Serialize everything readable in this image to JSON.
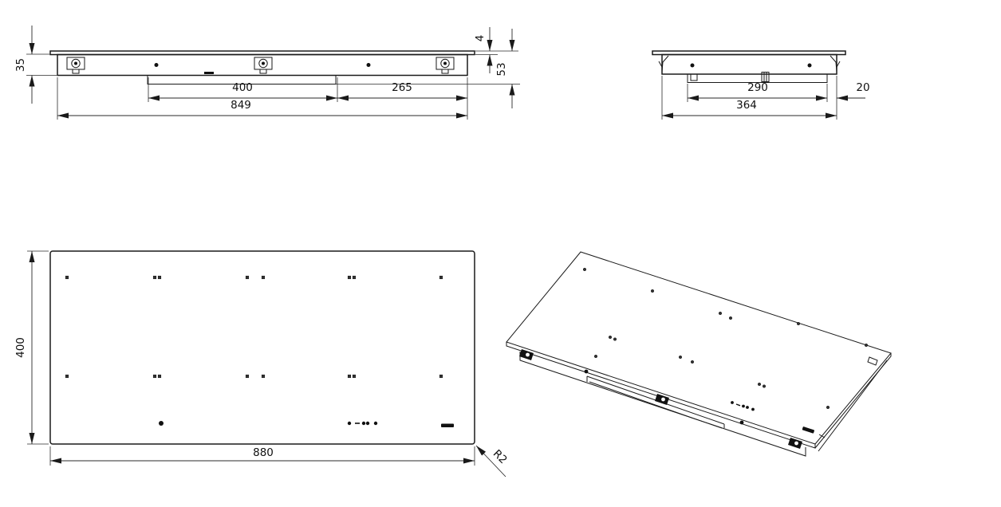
{
  "drawing": {
    "title": "cooktop-dimension-drawing",
    "front_view": {
      "body_height": "35",
      "glass_thickness": "4",
      "overall_height": "53",
      "underbox_width": "400",
      "underbox_to_edge": "265",
      "body_width": "849"
    },
    "side_view": {
      "underbox_depth": "290",
      "edge_gap": "20",
      "body_depth": "364"
    },
    "plan_view": {
      "glass_depth": "400",
      "glass_width": "880",
      "corner_radius": "R2"
    },
    "colors": {
      "line": "#1a1a1a",
      "background": "#ffffff"
    },
    "icons": {
      "clamp": "mounting-clamp-icon",
      "logo": "brand-logo-mark"
    }
  }
}
